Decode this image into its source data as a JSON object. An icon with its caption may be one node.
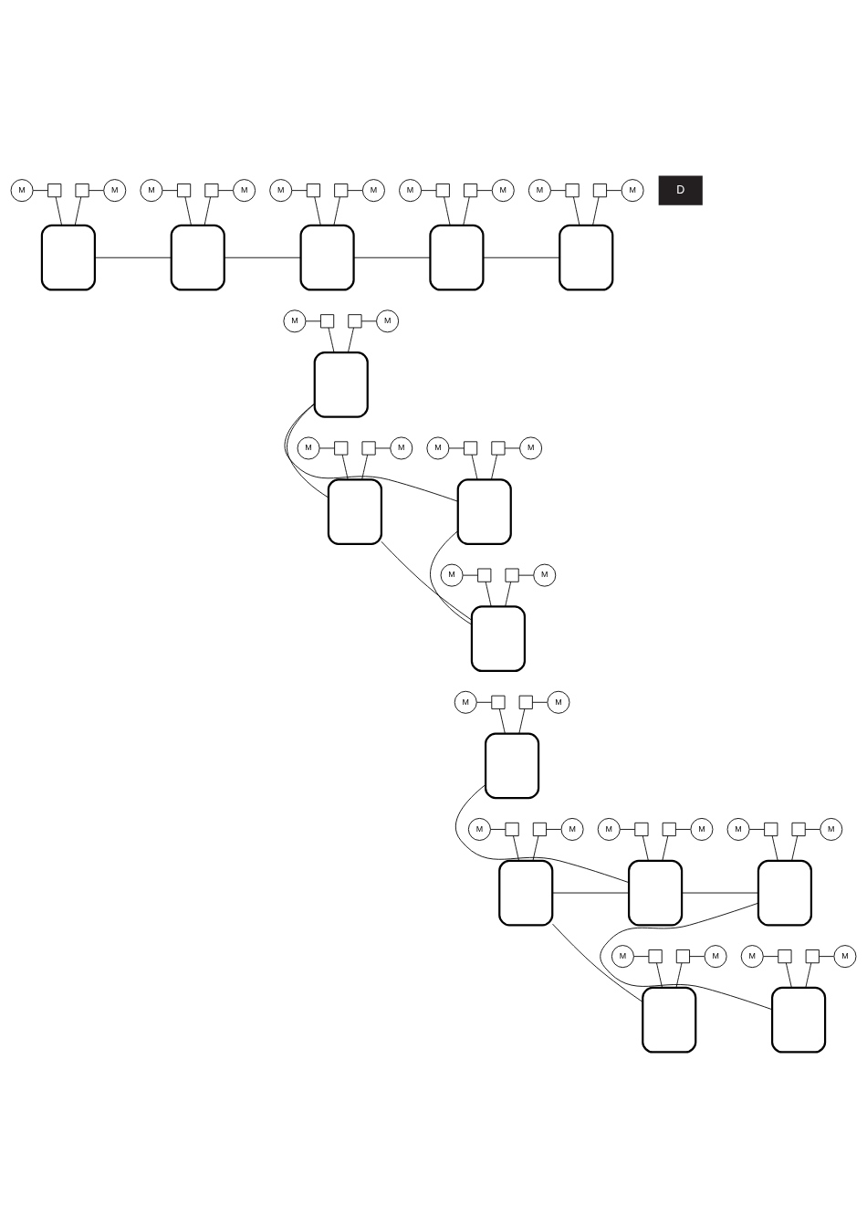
{
  "diagram": {
    "nodes": [
      {
        "text": [
          "M"
        ]
      },
      {
        "text": [],
        "shape": "box"
      },
      {
        "text": [],
        "shape": "box"
      },
      {
        "text": [
          "M"
        ]
      },
      {
        "text": [],
        "shape": "box"
      },
      {
        "text": [
          "M"
        ]
      },
      {
        "text": [],
        "shape": "box"
      },
      {
        "text": [],
        "shape": "box"
      },
      {
        "text": [
          "M"
        ]
      },
      {
        "text": [],
        "shape": "box"
      },
      {
        "text": [
          "M"
        ]
      },
      {
        "text": [],
        "shape": "box"
      },
      {
        "text": [],
        "shape": "box"
      },
      {
        "text": [
          "M"
        ]
      },
      {
        "text": [],
        "shape": "box"
      },
      {
        "text": [
          "M"
        ]
      },
      {
        "text": [],
        "shape": "box"
      },
      {
        "text": [],
        "shape": "box"
      },
      {
        "text": [
          "M"
        ]
      },
      {
        "text": [],
        "shape": "box"
      },
      {
        "text": [
          "M"
        ]
      },
      {
        "text": [],
        "shape": "box"
      },
      {
        "text": [],
        "shape": "box"
      },
      {
        "text": [
          "M"
        ]
      },
      {
        "text": [],
        "shape": "box"
      },
      {
        "text": [
          "M"
        ]
      },
      {
        "text": [],
        "shape": "box"
      },
      {
        "text": [],
        "shape": "box"
      },
      {
        "text": [
          "M"
        ]
      },
      {
        "text": [],
        "shape": "box"
      },
      {
        "text": [
          "M"
        ]
      },
      {
        "text": [],
        "shape": "box"
      },
      {
        "text": [],
        "shape": "box"
      },
      {
        "text": [
          "M"
        ]
      },
      {
        "text": [],
        "shape": "box"
      },
      {
        "text": [
          "M"
        ]
      },
      {
        "text": [],
        "shape": "box"
      },
      {
        "text": [],
        "shape": "box"
      },
      {
        "text": [
          "M"
        ]
      },
      {
        "text": [],
        "shape": "box"
      },
      {
        "text": [
          "M"
        ]
      },
      {
        "text": [],
        "shape": "box"
      },
      {
        "text": [],
        "shape": "box"
      },
      {
        "text": [
          "M"
        ]
      },
      {
        "text": [],
        "shape": "box"
      },
      {
        "text": [
          "M"
        ]
      },
      {
        "text": [],
        "shape": "box"
      },
      {
        "text": [],
        "shape": "box"
      },
      {
        "text": [
          "M"
        ]
      },
      {
        "text": [],
        "shape": "box"
      },
      {
        "text": [
          "M"
        ]
      },
      {
        "text": [],
        "shape": "box"
      },
      {
        "text": [],
        "shape": "box"
      },
      {
        "text": [
          "M"
        ]
      },
      {
        "text": [],
        "shape": "box"
      },
      {
        "text": [
          "M"
        ]
      },
      {
        "text": [],
        "shape": "box"
      },
      {
        "text": [],
        "shape": "box"
      },
      {
        "text": [
          "M"
        ]
      },
      {
        "text": [],
        "shape": "box"
      },
      {
        "text": [
          "M"
        ]
      },
      {
        "text": [],
        "shape": "box"
      },
      {
        "text": [],
        "shape": "box"
      },
      {
        "text": [
          "M"
        ]
      },
      {
        "text": [],
        "shape": "box"
      },
      {
        "text": [
          "M"
        ]
      },
      {
        "text": [],
        "shape": "box"
      },
      {
        "text": [],
        "shape": "box"
      },
      {
        "text": [
          "M"
        ]
      },
      {
        "text": [],
        "shape": "box"
      },
      {
        "text": [
          "M"
        ]
      },
      {
        "text": [],
        "shape": "box"
      },
      {
        "text": [],
        "shape": "box"
      },
      {
        "text": [
          "M"
        ]
      },
      {
        "text": [],
        "shape": "box"
      }
    ],
    "edges": [
      {
        "from": 0,
        "to": 1,
        "arrow": "none"
      },
      {
        "from": 1,
        "to": 4,
        "arrow": "none"
      },
      {
        "from": 2,
        "to": 4,
        "arrow": "none"
      },
      {
        "from": 2,
        "to": 3,
        "arrow": "none"
      },
      {
        "from": 5,
        "to": 6,
        "arrow": "none"
      },
      {
        "from": 6,
        "to": 9,
        "arrow": "none"
      },
      {
        "from": 7,
        "to": 9,
        "arrow": "none"
      },
      {
        "from": 7,
        "to": 8,
        "arrow": "none"
      },
      {
        "from": 10,
        "to": 11,
        "arrow": "none"
      },
      {
        "from": 11,
        "to": 14,
        "arrow": "none"
      },
      {
        "from": 12,
        "to": 14,
        "arrow": "none"
      },
      {
        "from": 12,
        "to": 13,
        "arrow": "none"
      },
      {
        "from": 15,
        "to": 16,
        "arrow": "none"
      },
      {
        "from": 16,
        "to": 19,
        "arrow": "none"
      },
      {
        "from": 17,
        "to": 19,
        "arrow": "none"
      },
      {
        "from": 17,
        "to": 18,
        "arrow": "none"
      },
      {
        "from": 20,
        "to": 21,
        "arrow": "none"
      },
      {
        "from": 21,
        "to": 24,
        "arrow": "none"
      },
      {
        "from": 22,
        "to": 24,
        "arrow": "none"
      },
      {
        "from": 22,
        "to": 23,
        "arrow": "none"
      },
      {
        "from": 25,
        "to": 26,
        "arrow": "none"
      },
      {
        "from": 26,
        "to": 29,
        "arrow": "none"
      },
      {
        "from": 27,
        "to": 29,
        "arrow": "none"
      },
      {
        "from": 27,
        "to": 28,
        "arrow": "none"
      },
      {
        "from": 30,
        "to": 31,
        "arrow": "none"
      },
      {
        "from": 31,
        "to": 34,
        "arrow": "none"
      },
      {
        "from": 32,
        "to": 34,
        "arrow": "none"
      },
      {
        "from": 32,
        "to": 33,
        "arrow": "none"
      },
      {
        "from": 35,
        "to": 36,
        "arrow": "none"
      },
      {
        "from": 36,
        "to": 39,
        "arrow": "none"
      },
      {
        "from": 37,
        "to": 39,
        "arrow": "none"
      },
      {
        "from": 37,
        "to": 38,
        "arrow": "none"
      },
      {
        "from": 40,
        "to": 41,
        "arrow": "none"
      },
      {
        "from": 41,
        "to": 44,
        "arrow": "none"
      },
      {
        "from": 42,
        "to": 44,
        "arrow": "none"
      },
      {
        "from": 42,
        "to": 43,
        "arrow": "none"
      },
      {
        "from": 45,
        "to": 46,
        "arrow": "none"
      },
      {
        "from": 46,
        "to": 49,
        "arrow": "none"
      },
      {
        "from": 47,
        "to": 49,
        "arrow": "none"
      },
      {
        "from": 47,
        "to": 48,
        "arrow": "none"
      },
      {
        "from": 50,
        "to": 51,
        "arrow": "none"
      },
      {
        "from": 51,
        "to": 54,
        "arrow": "none"
      },
      {
        "from": 52,
        "to": 54,
        "arrow": "none"
      },
      {
        "from": 52,
        "to": 53,
        "arrow": "none"
      },
      {
        "from": 55,
        "to": 56,
        "arrow": "none"
      },
      {
        "from": 56,
        "to": 59,
        "arrow": "none"
      },
      {
        "from": 57,
        "to": 59,
        "arrow": "none"
      },
      {
        "from": 57,
        "to": 58,
        "arrow": "none"
      },
      {
        "from": 60,
        "to": 61,
        "arrow": "none"
      },
      {
        "from": 61,
        "to": 64,
        "arrow": "none"
      },
      {
        "from": 62,
        "to": 64,
        "arrow": "none"
      },
      {
        "from": 62,
        "to": 63,
        "arrow": "none"
      },
      {
        "from": 65,
        "to": 66,
        "arrow": "none"
      },
      {
        "from": 66,
        "to": 69,
        "arrow": "none"
      },
      {
        "from": 67,
        "to": 69,
        "arrow": "none"
      },
      {
        "from": 67,
        "to": 68,
        "arrow": "none"
      },
      {
        "from": 70,
        "to": 71,
        "arrow": "none"
      },
      {
        "from": 71,
        "to": 74,
        "arrow": "none"
      },
      {
        "from": 72,
        "to": 74,
        "arrow": "none"
      },
      {
        "from": 72,
        "to": 73,
        "arrow": "none"
      },
      {
        "from": 4,
        "to": 9,
        "arrow": "none"
      },
      {
        "from": 9,
        "to": 14,
        "arrow": "none"
      },
      {
        "from": 14,
        "to": 19,
        "arrow": "none"
      },
      {
        "from": 19,
        "to": 24,
        "arrow": "none"
      },
      {
        "from": 34,
        "to": 29,
        "arrow": "none"
      },
      {
        "from": 29,
        "to": 39,
        "arrow": "none"
      },
      {
        "from": 34,
        "to": 44,
        "arrow": "none"
      },
      {
        "from": 44,
        "to": 39,
        "arrow": "none"
      },
      {
        "from": 49,
        "to": 64,
        "arrow": "none"
      },
      {
        "from": 54,
        "to": 64,
        "arrow": "none"
      },
      {
        "from": 64,
        "to": 59,
        "arrow": "none"
      },
      {
        "from": 54,
        "to": 69,
        "arrow": "none"
      },
      {
        "from": 59,
        "to": 74,
        "arrow": "none"
      }
    ],
    "labels": [
      "D"
    ]
  }
}
